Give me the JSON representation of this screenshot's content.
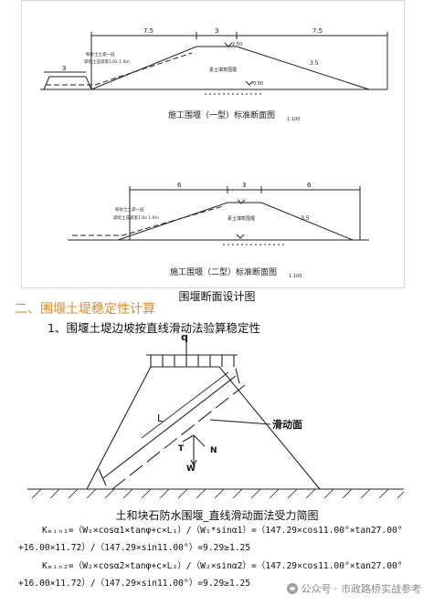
{
  "figure1": {
    "dims": [
      "7.5",
      "3",
      "7.5"
    ],
    "left_dim": "3",
    "slope_right": "3.5",
    "top_level": "2.50",
    "bottom_level": "0.00",
    "fill_label": "素土填筑围堰",
    "bag_label_1": "粉砂土土袋一层",
    "bag_label_2": "袋装土压袋宽1.0x 1.0m",
    "caption": "施工围堰（一型）标准断面图",
    "scale": "1:100"
  },
  "figure2": {
    "dims": [
      "6",
      "3",
      "6"
    ],
    "slope_right": "3.5",
    "fill_label": "素土填筑围堰",
    "bag_label_1": "粉砂土土袋一层",
    "bag_label_2": "袋装土压袋宽1.0x 1.0m",
    "caption": "施工围堰（二型）标准断面图",
    "scale": "1:100"
  },
  "figure_caption": "围堰断面设计图",
  "section_heading": "二、围堰土堤稳定性计算",
  "sub_heading": "1、围堰土堤边坡按直线滑动法验算稳定性",
  "diagram": {
    "load_label": "q",
    "length_label": "L",
    "slide_label": "滑动面",
    "t_label": "T",
    "n_label": "N",
    "w_label": "W",
    "caption": "土和块石防水围堰_直线滑动面法受力简图"
  },
  "equations": {
    "eq1_line1": "Kₘᵢₙ₁=（W₁×cosα1×tanφ+c×L₁）/（W₁*sinα1）=（147.29×cos11.00°×tan27.00°",
    "eq1_line2": "+16.00×11.72）/（147.29×sin11.00°）=9.29≥1.25",
    "eq2_line1": "Kₘᵢₙ₂=（W₂×cosα2×tanφ+c×L₂）/（W₂×sinα2）=（147.29×cos11.00°×tan27.00°",
    "eq2_line2": "+16.00×11.72）/（147.29×sin11.00°）=9.29≥1.25"
  },
  "watermark": "公众号 · 市政路桥实战参考"
}
